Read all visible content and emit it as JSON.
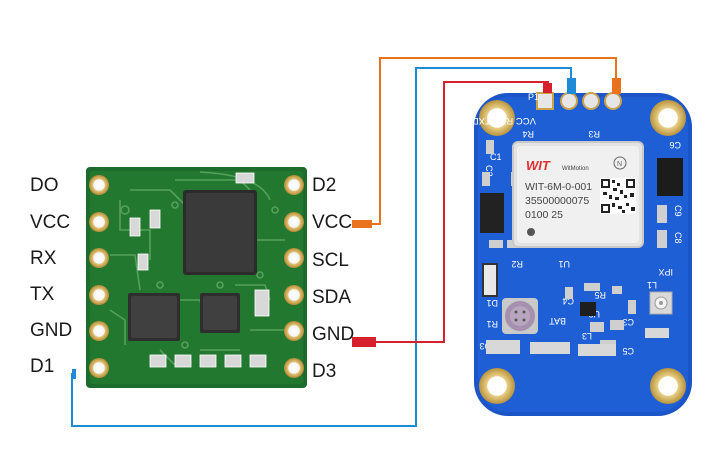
{
  "left_module": {
    "left_pins": [
      "DO",
      "VCC",
      "RX",
      "TX",
      "GND",
      "D1"
    ],
    "right_pins": [
      "D2",
      "VCC",
      "SCL",
      "SDA",
      "GND",
      "D3"
    ]
  },
  "gps_module": {
    "header_pins": "VCC RXD TXD GND",
    "pin1_mark": "P1",
    "brand": "WitMotion",
    "model": "WIT-6M-0-001",
    "serial": "35500000075",
    "date_code": "0100   25",
    "silk": {
      "r3": "R3",
      "r4": "R4",
      "c1": "C1",
      "c2": "C2",
      "c6": "C6",
      "c8": "C8",
      "c9": "C9",
      "r2": "R2",
      "u1": "U1",
      "d1": "D1",
      "r1": "R1",
      "bat": "BAT",
      "c4": "C4",
      "r5": "R5",
      "u3": "U3",
      "c3": "C3",
      "l1": "L1",
      "l2": "L2",
      "l3": "L3",
      "c5": "C5",
      "d3": "D3",
      "ipx": "IPX"
    }
  },
  "colors": {
    "wire_orange": "#e8731c",
    "wire_blue": "#1f8bd6",
    "wire_red": "#d6202c",
    "pcb_green": "#1e6b2e",
    "pcb_blue": "#1b55c8",
    "gold": "#c9a24a"
  }
}
